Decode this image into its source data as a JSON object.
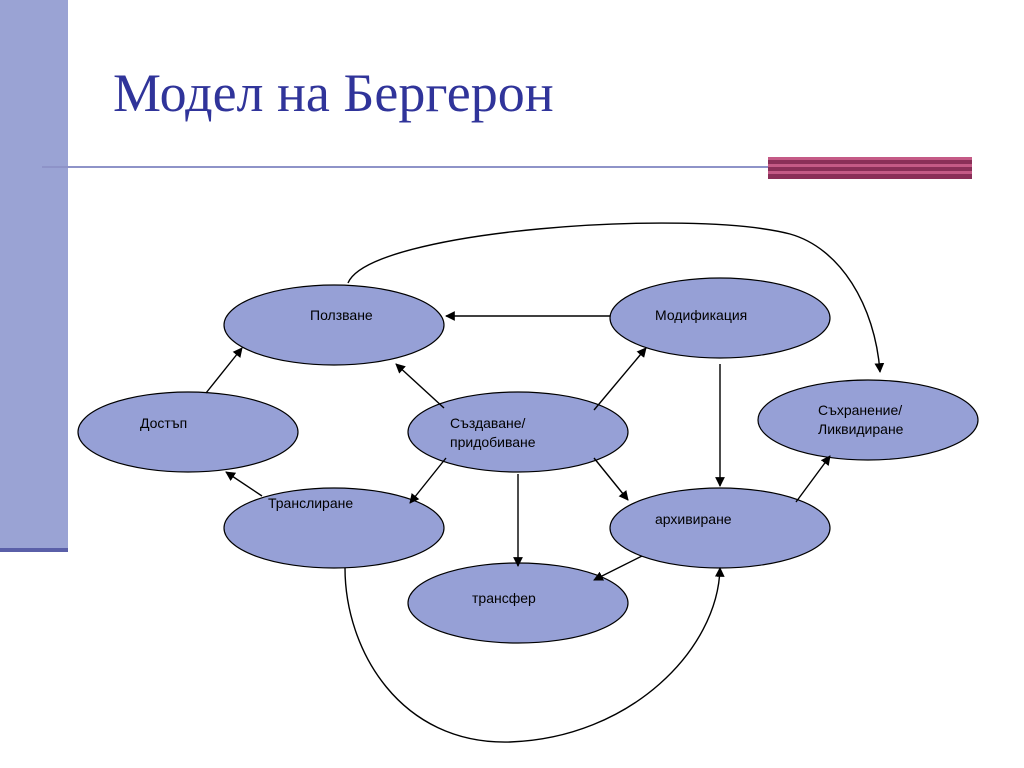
{
  "slide": {
    "title": "Модел на Бергерон"
  },
  "diagram": {
    "nodes": [
      {
        "id": "polzvane",
        "lines": [
          "Ползване"
        ]
      },
      {
        "id": "modifikaciya",
        "lines": [
          "Модификация"
        ]
      },
      {
        "id": "dostap",
        "lines": [
          "Достъп"
        ]
      },
      {
        "id": "sazdavane",
        "lines": [
          "Създаване/",
          "придобиване"
        ]
      },
      {
        "id": "sahranenie",
        "lines": [
          "Съхранение/",
          "Ликвидиране"
        ]
      },
      {
        "id": "translirane",
        "lines": [
          "Транслиране"
        ]
      },
      {
        "id": "arhivirane",
        "lines": [
          "архивиране"
        ]
      },
      {
        "id": "transfer",
        "lines": [
          "трансфер"
        ]
      }
    ],
    "edges": [
      {
        "from": "modifikaciya",
        "to": "polzvane"
      },
      {
        "from": "sazdavane",
        "to": "polzvane"
      },
      {
        "from": "sazdavane",
        "to": "modifikaciya"
      },
      {
        "from": "sazdavane",
        "to": "translirane"
      },
      {
        "from": "sazdavane",
        "to": "transfer"
      },
      {
        "from": "sazdavane",
        "to": "arhivirane"
      },
      {
        "from": "dostap",
        "to": "polzvane"
      },
      {
        "from": "translirane",
        "to": "dostap"
      },
      {
        "from": "modifikaciya",
        "to": "arhivirane"
      },
      {
        "from": "arhivirane",
        "to": "sahranenie"
      },
      {
        "from": "arhivirane",
        "to": "transfer"
      },
      {
        "from": "polzvane",
        "to": "sahranenie",
        "curved": true
      },
      {
        "from": "translirane",
        "to": "arhivirane",
        "curved": true
      }
    ],
    "colors": {
      "node_fill": "#96a0d6",
      "node_stroke": "#000000",
      "edge": "#000000"
    }
  }
}
